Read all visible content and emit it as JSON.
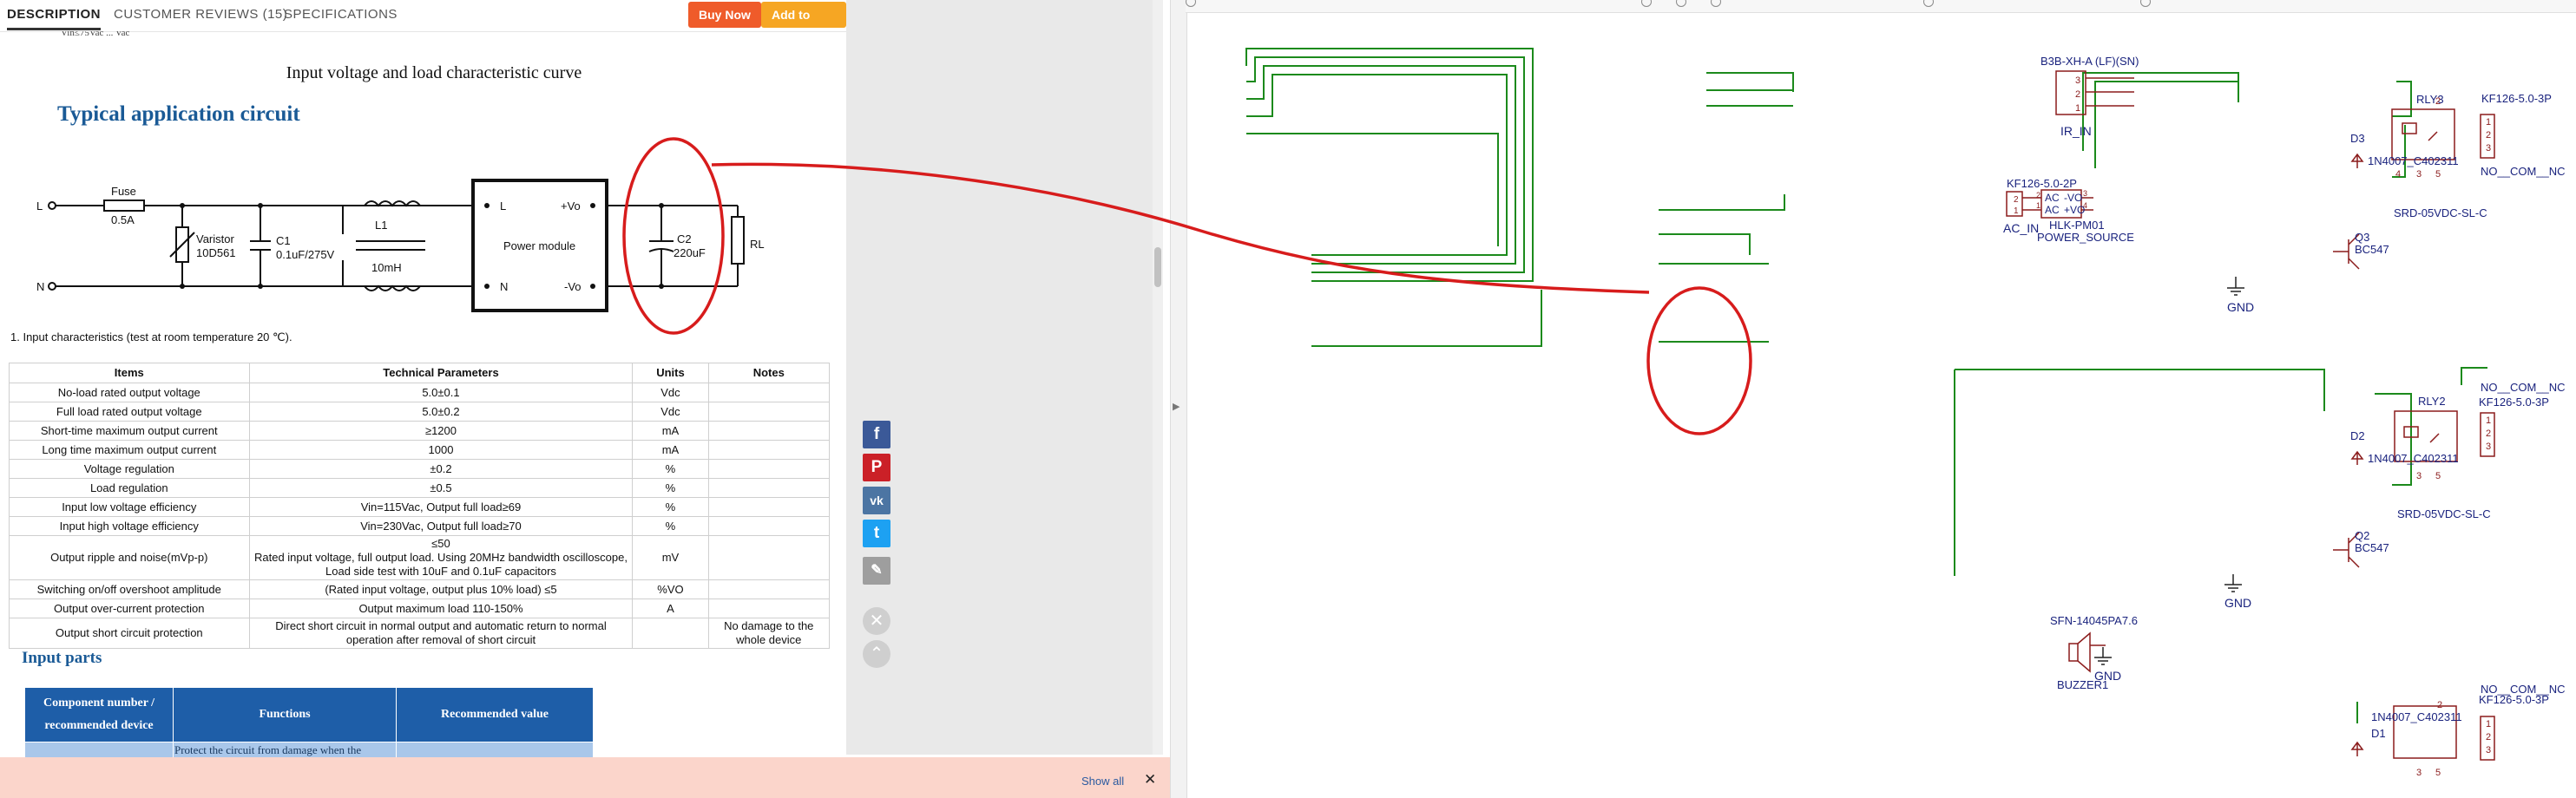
{
  "tabs": [
    {
      "label": "DESCRIPTION"
    },
    {
      "label": "CUSTOMER REVIEWS (15)"
    },
    {
      "label": "SPECIFICATIONS"
    }
  ],
  "buttons": {
    "buy_now": "Buy Now",
    "add_to_cart": "Add to Cart"
  },
  "colors": {
    "buy_now": "#ef5b2a",
    "add_to_cart": "#f6a623",
    "heading_blue": "#1a5a96",
    "wire_green": "#1c8a1c",
    "schematic_red": "#8b1c1c",
    "schematic_blue": "#1a237e",
    "annotation_red": "#d71c1c"
  },
  "top_partial_row": "Vin≤75Vac   ...   Vac",
  "curve_title": "Input voltage and load characteristic curve",
  "app_heading": "Typical application circuit",
  "circuit": {
    "L": "L",
    "N": "N",
    "fuse": "Fuse",
    "fuse_val": "0.5A",
    "varistor": "Varistor",
    "varistor_val": "10D561",
    "c1": "C1",
    "c1_val": "0.1uF/275V",
    "l1": "L1",
    "l1_val": "10mH",
    "module": "Power module",
    "pin_l": "L",
    "pin_n": "N",
    "pin_vo_plus": "+Vo",
    "pin_vo_minus": "-Vo",
    "c2": "C2",
    "c2_val": "220uF",
    "rl": "RL"
  },
  "char_caption": "1. Input characteristics (test at room temperature 20 ℃).",
  "specs": {
    "headers": [
      "Items",
      "Technical Parameters",
      "Units",
      "Notes"
    ],
    "rows": [
      [
        "No-load rated output voltage",
        "5.0±0.1",
        "Vdc",
        ""
      ],
      [
        "Full load rated output voltage",
        "5.0±0.2",
        "Vdc",
        ""
      ],
      [
        "Short-time maximum output current",
        "≥1200",
        "mA",
        ""
      ],
      [
        "Long time maximum output current",
        "1000",
        "mA",
        ""
      ],
      [
        "Voltage regulation",
        "±0.2",
        "%",
        ""
      ],
      [
        "Load regulation",
        "±0.5",
        "%",
        ""
      ],
      [
        "Input low voltage efficiency",
        "Vin=115Vac,  Output full load≥69",
        "%",
        ""
      ],
      [
        "Input high voltage efficiency",
        "Vin=230Vac,  Output full load≥70",
        "%",
        ""
      ],
      [
        "Output ripple and noise(mVp-p)",
        "≤50\nRated input voltage, full output load. Using 20MHz bandwidth oscilloscope, Load side test with 10uF and 0.1uF capacitors",
        "mV",
        ""
      ],
      [
        "Switching on/off overshoot amplitude",
        "(Rated input voltage, output plus 10% load)  ≤5",
        "%VO",
        ""
      ],
      [
        "Output over-current protection",
        "Output maximum load 110-150%",
        "A",
        ""
      ],
      [
        "Output short circuit protection",
        "Direct short circuit in normal output and automatic return to normal operation after removal of short circuit",
        "",
        "No damage to the whole device"
      ]
    ]
  },
  "input_heading": "Input parts",
  "parts": {
    "headers": [
      "Component number / recommended device",
      "Functions",
      "Recommended value"
    ],
    "first_cell": "Protect the circuit from damage when the"
  },
  "show_all": "Show all",
  "close": "✕",
  "schematic": {
    "b3b": "B3B-XH-A (LF)(SN)",
    "ir_in": "IR_IN",
    "b3b_pins": [
      "3",
      "2",
      "1"
    ],
    "kf2p": "KF126-5.0-2P",
    "ac_in": "AC_IN",
    "kf2p_pins": [
      "2",
      "1"
    ],
    "hlk": "HLK-PM01",
    "power_source": "POWER_SOURCE",
    "hlk_ac1": "AC",
    "hlk_ac2": "AC",
    "hlk_vo_minus": "-VO",
    "hlk_vo_plus": "+VO",
    "hlk_left_pins": [
      "2",
      "1"
    ],
    "hlk_right_pins": [
      "3",
      "4"
    ],
    "gnd": "GND",
    "sfn": "SFN-14045PA7.6",
    "buzzer": "BUZZER1",
    "rly3": "RLY3",
    "rly2": "RLY2",
    "srd": "SRD-05VDC-SL-C",
    "kf3p": "KF126-5.0-3P",
    "no_com_nc": "NO__COM__NC",
    "d3": "D3",
    "d2": "D2",
    "d1": "D1",
    "diode": "1N4007_C402311",
    "q3": "Q3",
    "q2": "Q2",
    "bc547": "BC547",
    "pins123": [
      "1",
      "2",
      "3"
    ],
    "relay_pins": [
      "2",
      "4",
      "3",
      "5",
      "1"
    ]
  }
}
